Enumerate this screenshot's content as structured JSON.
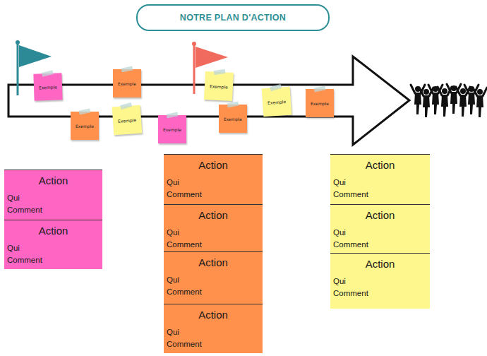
{
  "diagram": {
    "title": "NOTRE PLAN D'ACTION",
    "nodes": [
      {
        "text": [
          "Exemple"
        ]
      },
      {
        "text": [
          "Exemple"
        ]
      },
      {
        "text": [
          "Exemple"
        ]
      },
      {
        "text": [
          "Exemple"
        ]
      },
      {
        "text": [
          "Exemple"
        ]
      },
      {
        "text": [
          "Exemple"
        ]
      },
      {
        "text": [
          "Exemple"
        ]
      },
      {
        "text": [
          "Exemple"
        ]
      },
      {
        "text": [
          "Exemple"
        ]
      },
      {
        "text": [
          "Action",
          "Qui",
          "Comment"
        ]
      },
      {
        "text": [
          "Action",
          "Qui",
          "Comment"
        ]
      },
      {
        "text": [
          "Action",
          "Qui",
          "Comment"
        ]
      },
      {
        "text": [
          "Action",
          "Qui",
          "Comment"
        ]
      },
      {
        "text": [
          "Action",
          "Qui",
          "Comment"
        ]
      },
      {
        "text": [
          "Action",
          "Qui",
          "Comment"
        ]
      },
      {
        "text": [
          "Action",
          "Qui",
          "Comment"
        ]
      },
      {
        "text": [
          "Action",
          "Qui",
          "Comment"
        ]
      },
      {
        "text": [
          "Action",
          "Qui",
          "Comment"
        ]
      }
    ]
  }
}
